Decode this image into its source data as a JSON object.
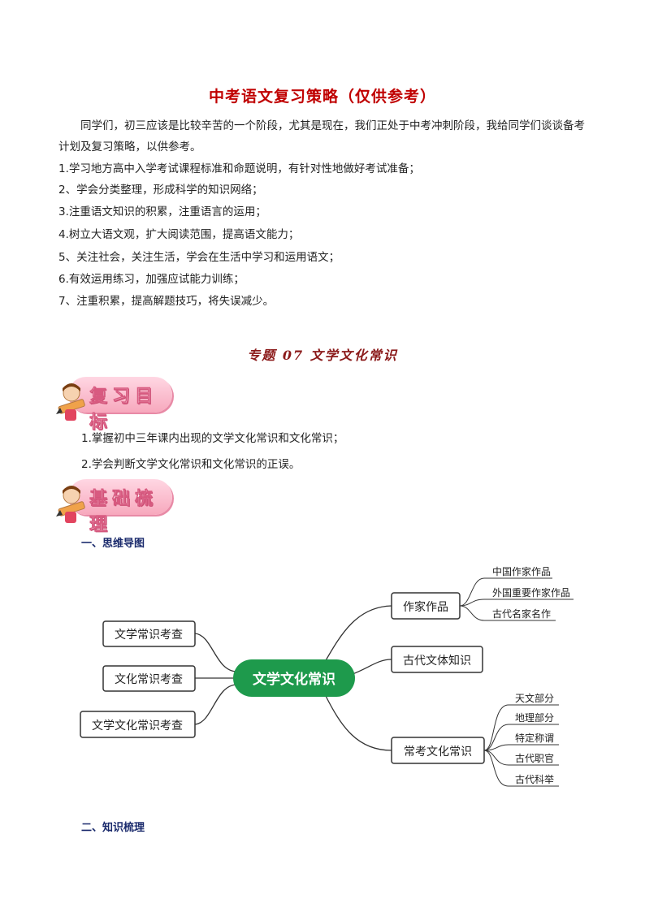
{
  "title": "中考语文复习策略（仅供参考）",
  "intro": "同学们，初三应该是比较辛苦的一个阶段，尤其是现在，我们正处于中考冲刺阶段，我给同学们谈谈备考计划及复习策略，以供参考。",
  "tips": [
    "1.学习地方高中入学考试课程标准和命题说明，有针对性地做好考试准备；",
    "2、学会分类整理，形成科学的知识网络；",
    "3.注重语文知识的积累，注重语言的运用；",
    "4.树立大语文观，扩大阅读范围，提高语文能力；",
    "5、关注社会，关注生活，学会在生活中学习和运用语文；",
    "6.有效运用练习，加强应试能力训练；",
    "7、注重积累，提高解题技巧，将失误减少。"
  ],
  "topic_title": "专题 07 文学文化常识",
  "banner_goal": "复习目标",
  "banner_basic": "基础梳理",
  "goals": [
    "1.掌握初中三年课内出现的文学文化常识和文化常识；",
    "2.学会判断文学文化常识和文化常识的正误。"
  ],
  "section1": "一、思维导图",
  "section2": "二、知识梳理",
  "mindmap": {
    "center": "文学文化常识",
    "left": [
      "文学常识考查",
      "文化常识考查",
      "文学文化常识考查"
    ],
    "right_top": "作家作品",
    "right_top_leaves": [
      "中国作家作品",
      "外国重要作家作品",
      "古代名家名作"
    ],
    "right_mid": "古代文体知识",
    "right_bottom": "常考文化常识",
    "right_bottom_leaves": [
      "天文部分",
      "地理部分",
      "特定称谓",
      "古代职官",
      "古代科举"
    ],
    "colors": {
      "center_fill": "#1e9a4c",
      "box_border": "#333333",
      "line": "#333333"
    }
  }
}
